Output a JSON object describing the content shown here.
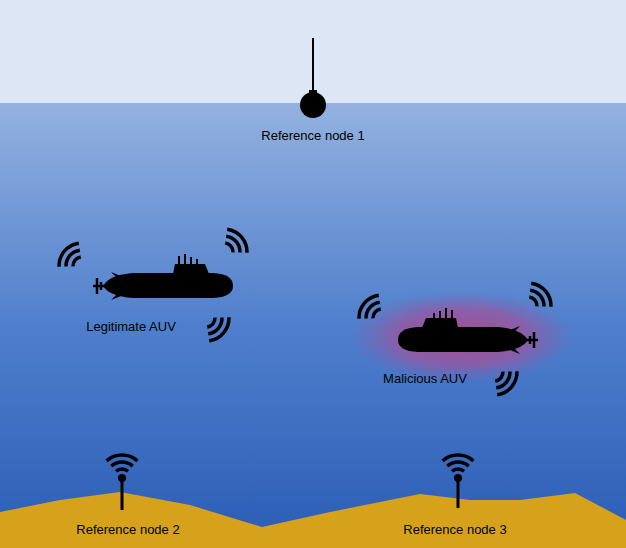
{
  "diagram": {
    "labels": [
      "Reference node 1",
      "Legitimate AUV",
      "Malicious AUV",
      "Reference node 2",
      "Reference node 3"
    ]
  }
}
